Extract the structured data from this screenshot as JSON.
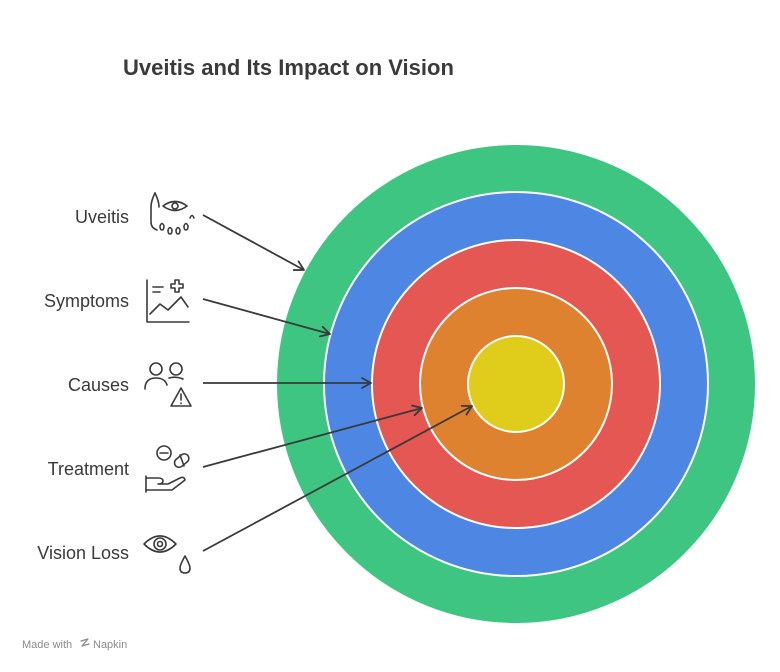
{
  "title": "Uveitis and Its Impact on Vision",
  "rings": [
    {
      "name": "ring-uveitis",
      "color": "#3ec581"
    },
    {
      "name": "ring-symptoms",
      "color": "#4e86e4"
    },
    {
      "name": "ring-causes",
      "color": "#e45752"
    },
    {
      "name": "ring-treatment",
      "color": "#df8230"
    },
    {
      "name": "ring-vision-loss",
      "color": "#e0cc1a"
    }
  ],
  "items": [
    {
      "label": "Uveitis",
      "icon": "eye-tears-icon"
    },
    {
      "label": "Symptoms",
      "icon": "medical-chart-icon"
    },
    {
      "label": "Causes",
      "icon": "people-warning-icon"
    },
    {
      "label": "Treatment",
      "icon": "hand-pills-icon"
    },
    {
      "label": "Vision Loss",
      "icon": "eye-drop-icon"
    }
  ],
  "footer": {
    "made_with": "Made with",
    "brand": "Napkin"
  }
}
